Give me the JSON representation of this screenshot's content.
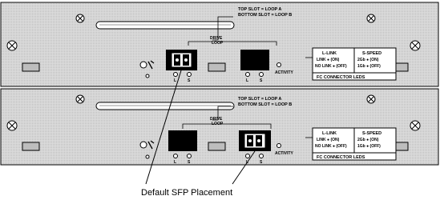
{
  "top_module": {
    "slot_text_line1": "TOP SLOT = LOOP A",
    "slot_text_line2": "BOTTOM SLOT = LOOP B",
    "drive_loop_line1": "DRIVE",
    "drive_loop_line2": "LOOP",
    "port_label_L": "L",
    "port_label_S": "S",
    "activity_label": "ACTIVITY",
    "led_table": {
      "col1_header": "L-LINK",
      "col2_header": "S-SPEED",
      "row1_col1": "LINK ● (ON)",
      "row1_col2": "2Gb ● (ON)",
      "row2_col1": "NO LINK ● (OFF)",
      "row2_col2": "1Gb ● (OFF)",
      "footer": "FC CONNECTOR LEDS"
    }
  },
  "bottom_module": {
    "slot_text_line1": "TOP SLOT = LOOP A",
    "slot_text_line2": "BOTTOM SLOT = LOOP B",
    "drive_loop_line1": "DRIVE",
    "drive_loop_line2": "LOOP",
    "port_label_L": "L",
    "port_label_S": "S",
    "activity_label": "ACTIVITY",
    "led_table": {
      "col1_header": "L-LINK",
      "col2_header": "S-SPEED",
      "row1_col1": "LINK ● (ON)",
      "row1_col2": "2Gb ● (ON)",
      "row2_col1": "NO LINK ● (OFF)",
      "row2_col2": "1Gb ● (OFF)",
      "footer": "FC CONNECTOR LEDS"
    }
  },
  "caption": "Default SFP Placement",
  "colors": {
    "panel": "#d4d4d4",
    "line": "#000000",
    "connector": "#000000",
    "tab": "#bdbdbd"
  }
}
